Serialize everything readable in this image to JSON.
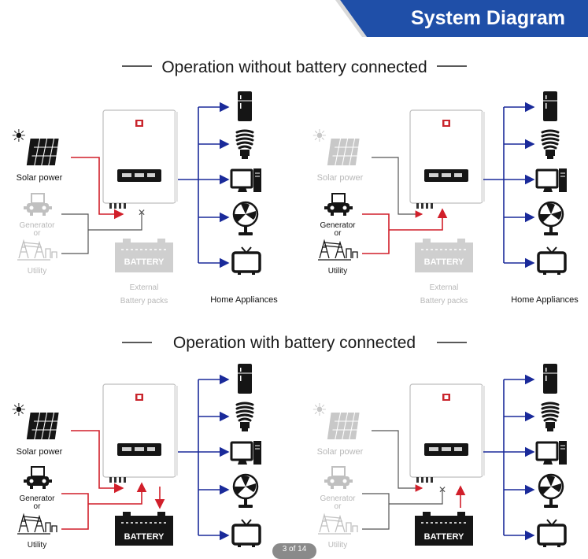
{
  "header": {
    "title": "System Diagram",
    "accent": "#1f4fa8"
  },
  "sections": {
    "without": {
      "title": "Operation without battery connected"
    },
    "with": {
      "title": "Operation with battery connected"
    }
  },
  "labels": {
    "solar": "Solar power",
    "generator": "Generator",
    "or": "or",
    "utility": "Utility",
    "battery": "BATTERY",
    "external_line1": "External",
    "external_line2": "Battery packs",
    "appliances": "Home Appliances"
  },
  "pager": {
    "text": "3 of 14"
  },
  "colors": {
    "ac_line": "#1a2a9a",
    "dc_line": "#d11f2a",
    "idle_line": "#555555",
    "dim": "#c0c0c0"
  }
}
